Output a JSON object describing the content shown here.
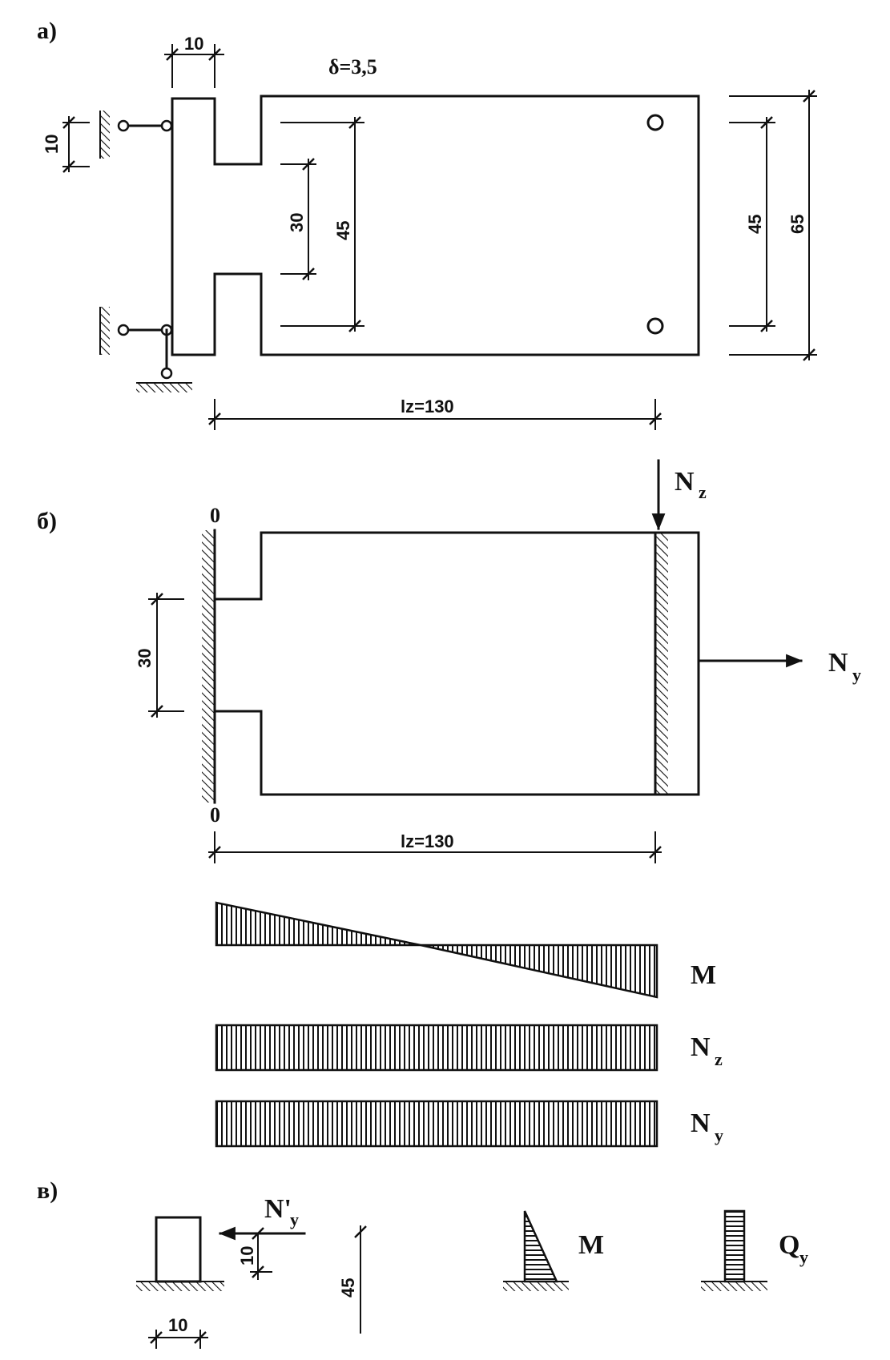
{
  "panel_a": {
    "label": "а)",
    "thickness": "δ=3,5",
    "dim_top_width": "10",
    "dim_left_height": "10",
    "dim_slot_inner": "30",
    "dim_slot_outer": "45",
    "dim_right_holes": "45",
    "dim_right_total": "65",
    "dim_bottom": "lz=130"
  },
  "panel_b": {
    "label": "б)",
    "zero_top": "0",
    "zero_bottom": "0",
    "dim_left": "30",
    "dim_bottom": "lz=130",
    "force_nz": "N",
    "force_nz_sub": "z",
    "force_ny": "N",
    "force_ny_sub": "y",
    "diagram_m": "M",
    "diagram_nz": "N",
    "diagram_nz_sub": "z",
    "diagram_ny": "N",
    "diagram_ny_sub": "y"
  },
  "panel_c": {
    "label": "в)",
    "force": "N'",
    "force_sub": "y",
    "dim_small": "10",
    "dim_height": "45",
    "dim_width": "10",
    "diagram_m": "M",
    "diagram_q": "Q",
    "diagram_q_sub": "y"
  }
}
